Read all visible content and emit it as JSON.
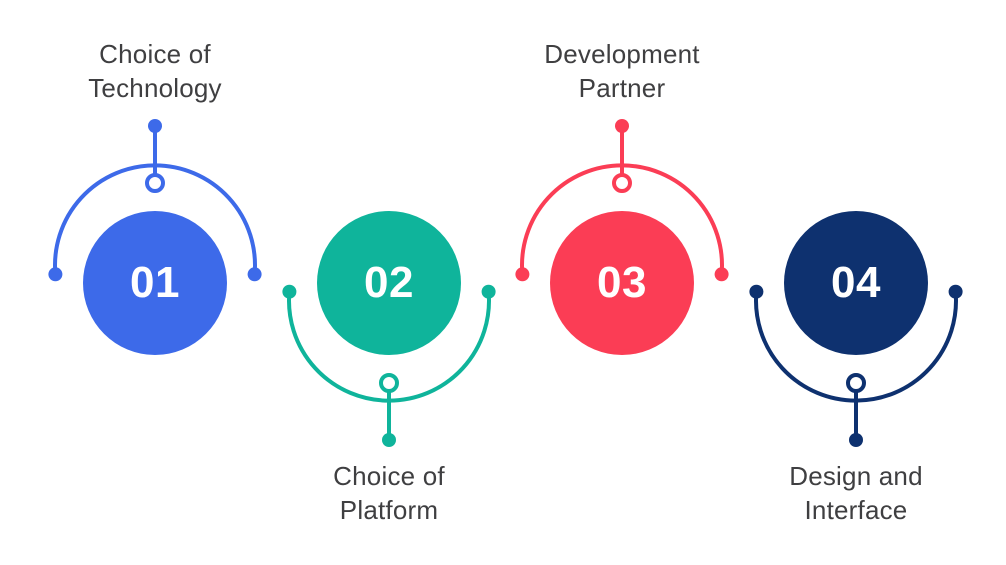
{
  "diagram": {
    "background": "#ffffff",
    "label_text_color": "#3F3F41",
    "number_text_color": "#ffffff",
    "steps": [
      {
        "number": "01",
        "label_line1": "Choice of",
        "label_line2": "Technology",
        "color": "#3D6AE9",
        "label_position": "top"
      },
      {
        "number": "02",
        "label_line1": "Choice of",
        "label_line2": "Platform",
        "color": "#0FB49B",
        "label_position": "bottom"
      },
      {
        "number": "03",
        "label_line1": "Development",
        "label_line2": "Partner",
        "color": "#FB3D55",
        "label_position": "top"
      },
      {
        "number": "04",
        "label_line1": "Design and",
        "label_line2": "Interface",
        "color": "#0E316F",
        "label_position": "bottom"
      }
    ]
  }
}
